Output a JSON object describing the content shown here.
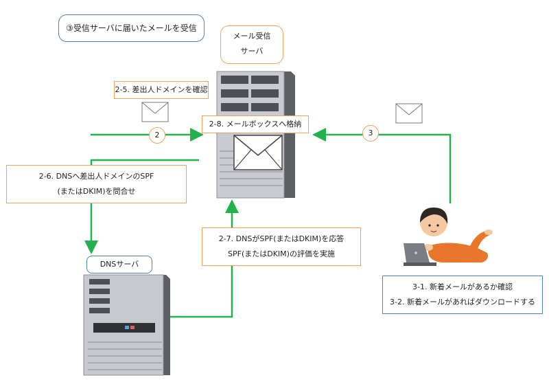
{
  "title_box": {
    "text": "③受信サーバに届いたメールを受信"
  },
  "mail_server_box": {
    "line1": "メール受信",
    "line2": "サーバ"
  },
  "label_2_5": {
    "text": "2-5. 差出人ドメインを確認"
  },
  "label_2_8": {
    "text": "2-8. メールボックスへ格納"
  },
  "label_2_6": {
    "line1": "2-6. DNSへ差出人ドメインのSPF",
    "line2": "(またはDKIM)を問合せ"
  },
  "label_2_7": {
    "line1": "2-7. DNSがSPF(またはDKIM)を応答",
    "line2": "SPF(またはDKIM)の評価を実施"
  },
  "dns_box": {
    "text": "DNSサーバ"
  },
  "user_box": {
    "line1": "3-1. 新着メールがあるか確認",
    "line2": "3-2. 新着メールがあればダウンロードする"
  },
  "steps": {
    "step2": "2",
    "step3": "3"
  },
  "colors": {
    "arrow": "#22b14c",
    "orange_border": "#f0a060",
    "blue_border": "#4f81bd"
  },
  "icons": [
    "envelope-icon",
    "server-icon",
    "person-with-laptop-icon"
  ]
}
